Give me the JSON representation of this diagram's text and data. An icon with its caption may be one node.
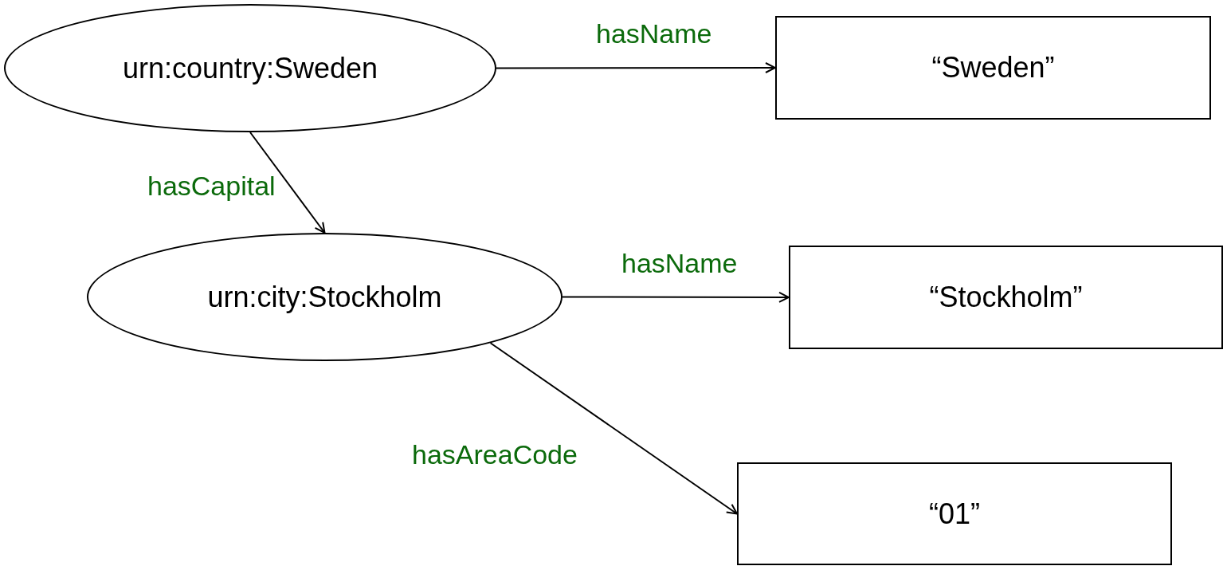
{
  "diagram": {
    "nodes": [
      {
        "text": [
          "urn:country:Sweden"
        ]
      },
      {
        "text": [
          "“Sweden”"
        ]
      },
      {
        "text": [
          "urn:city:Stockholm"
        ]
      },
      {
        "text": [
          "“Stockholm”"
        ]
      },
      {
        "text": [
          "“01”"
        ]
      }
    ],
    "edges": [
      {
        "from": 0,
        "to": 1,
        "arrow": "to",
        "label": "hasName"
      },
      {
        "from": 0,
        "to": 2,
        "arrow": "to",
        "label": "hasCapital"
      },
      {
        "from": 2,
        "to": 3,
        "arrow": "to",
        "label": "hasName"
      },
      {
        "from": 2,
        "to": 4,
        "arrow": "to",
        "label": "hasAreaCode"
      }
    ]
  }
}
